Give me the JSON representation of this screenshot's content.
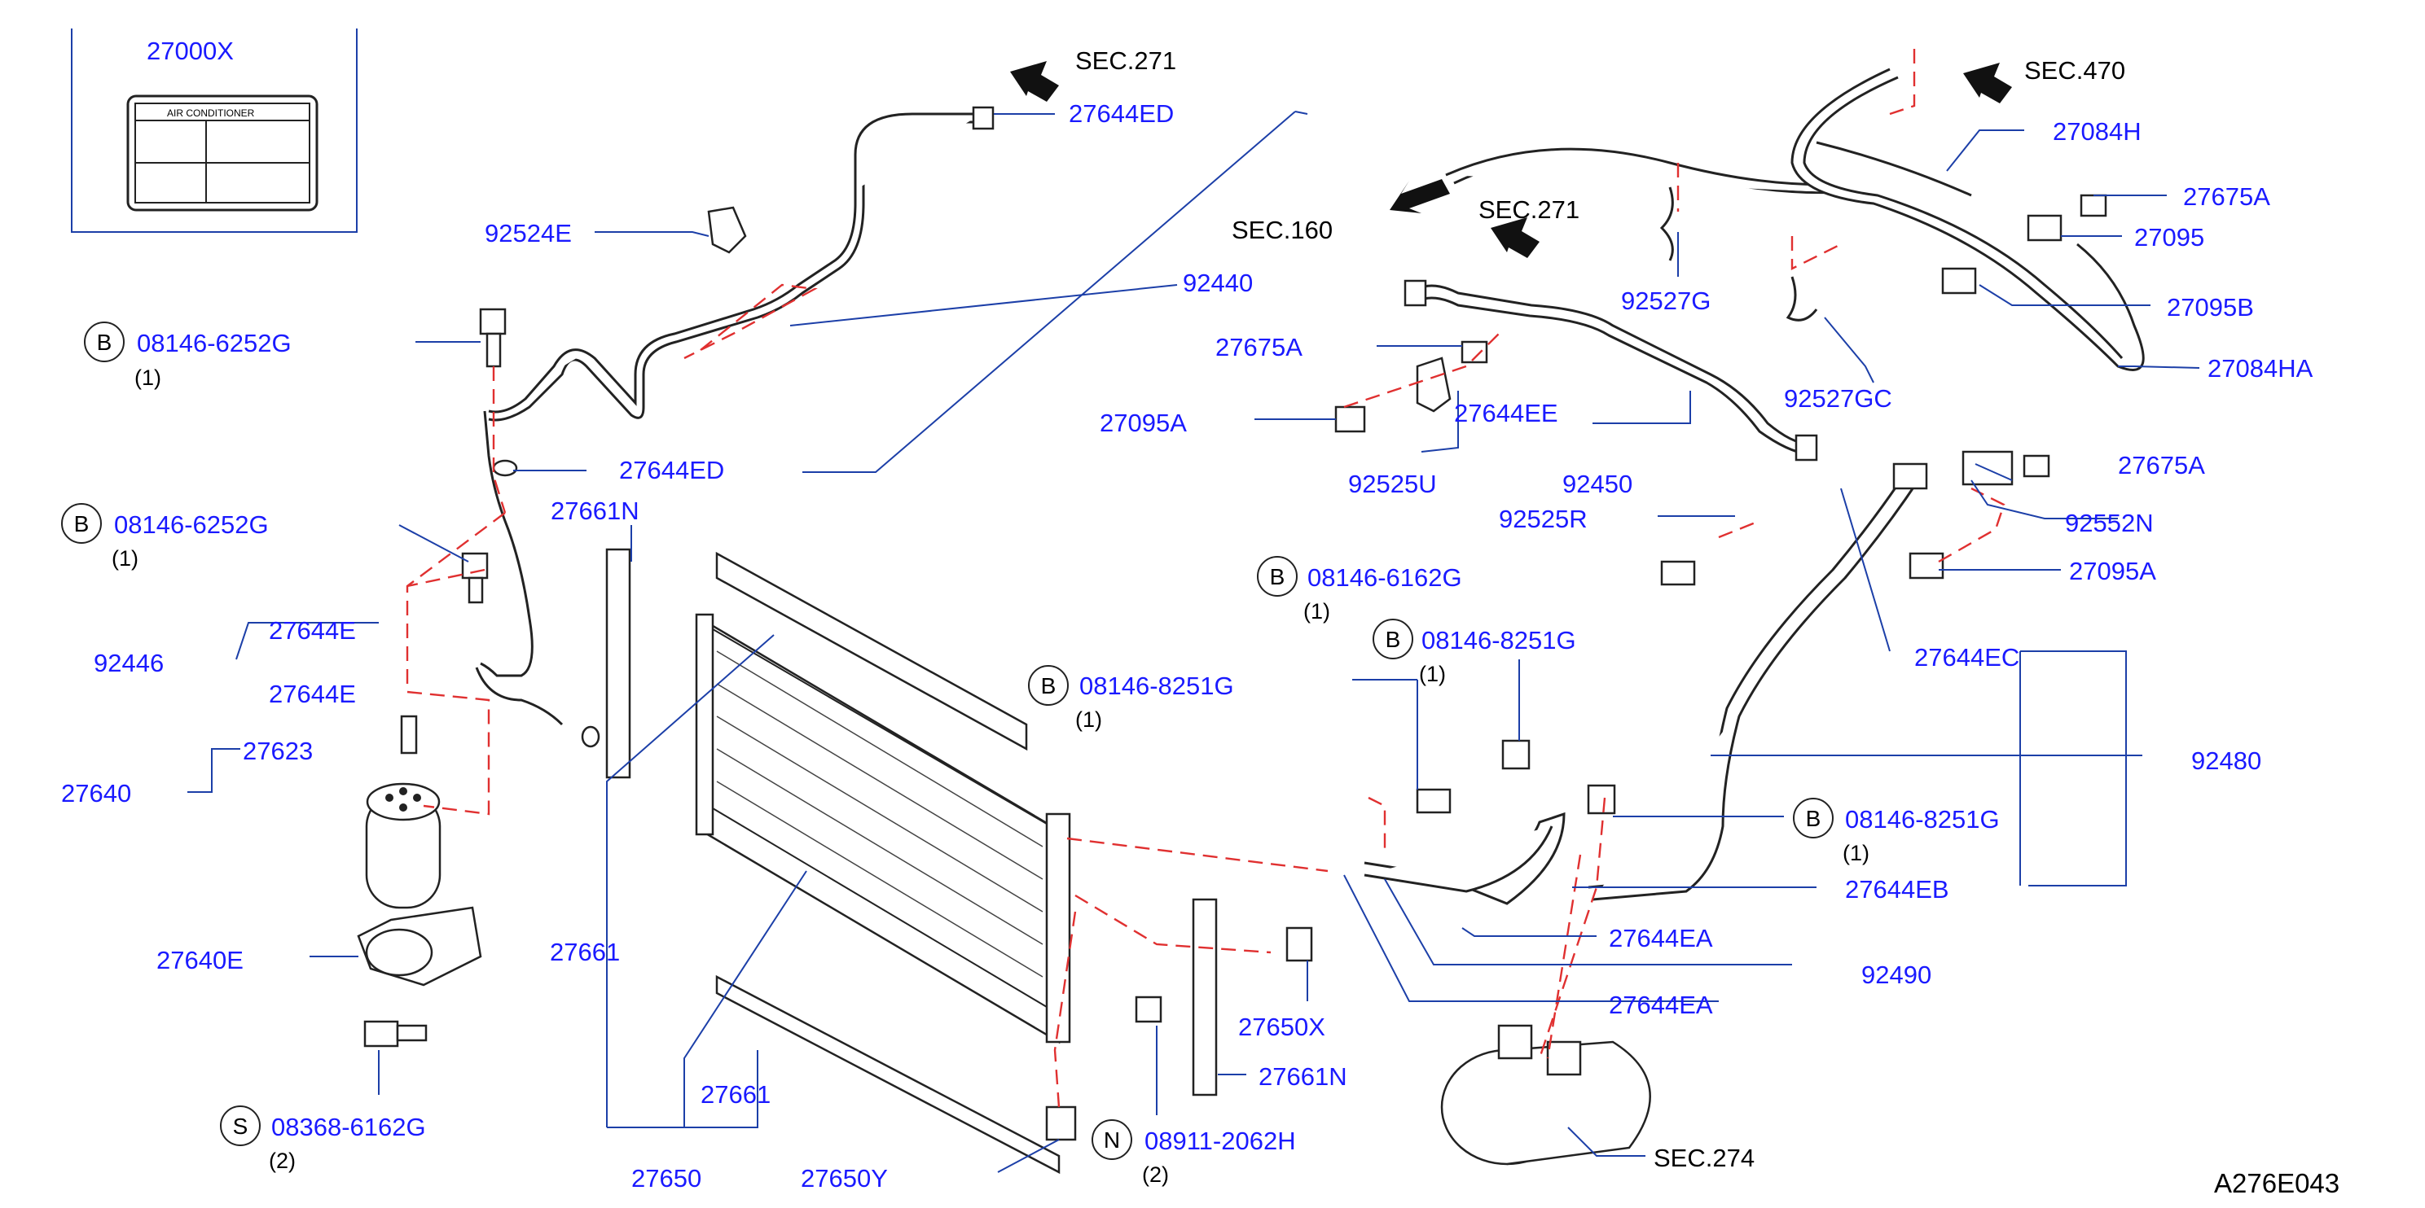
{
  "diagram_code": "A276E043",
  "label_card": {
    "part_no": "27000X",
    "text": "AIR    CONDITIONER"
  },
  "sections": {
    "sec271_top": "SEC.271",
    "sec271_mid": "SEC.271",
    "sec160": "SEC.160",
    "sec470": "SEC.470",
    "sec274": "SEC.274"
  },
  "labels": {
    "l_27644ED_top": "27644ED",
    "l_92524E": "92524E",
    "l_92440": "92440",
    "l_08146_6252G_a": "08146-6252G",
    "l_08146_6252G_b": "08146-6252G",
    "l_27644ED_mid": "27644ED",
    "l_27661N_a": "27661N",
    "l_92446": "92446",
    "l_27644E_top": "27644E",
    "l_27644E": "27644E",
    "l_27623": "27623",
    "l_27640": "27640",
    "l_27640E": "27640E",
    "l_08368_6162G": "08368-6162G",
    "l_27661_a": "27661",
    "l_27661_b": "27661",
    "l_27650": "27650",
    "l_27650Y": "27650Y",
    "l_08146_8251G_a": "08146-8251G",
    "l_08911_2062H": "08911-2062H",
    "l_27661N_b": "27661N",
    "l_27650X": "27650X",
    "l_27084H": "27084H",
    "l_27675A_a": "27675A",
    "l_27095": "27095",
    "l_27095B": "27095B",
    "l_27084HA": "27084HA",
    "l_92527G": "92527G",
    "l_92527GC": "92527GC",
    "l_27675A_b": "27675A",
    "l_27095A_a": "27095A",
    "l_27644EE": "27644EE",
    "l_92525U": "92525U",
    "l_92450": "92450",
    "l_92525R": "92525R",
    "l_27675A_c": "27675A",
    "l_92552N": "92552N",
    "l_27095A_b": "27095A",
    "l_08146_6162G": "08146-6162G",
    "l_08146_8251G_b": "08146-8251G",
    "l_27644EC": "27644EC",
    "l_92480": "92480",
    "l_08146_8251G_c": "08146-8251G",
    "l_27644EB": "27644EB",
    "l_27644EA_a": "27644EA",
    "l_92490": "92490",
    "l_27644EA_b": "27644EA"
  },
  "quantities": {
    "q1": "(1)",
    "q2": "(1)",
    "q3": "(1)",
    "q4": "(1)",
    "q5": "(1)",
    "q6": "(1)",
    "q7": "(2)",
    "q8": "(2)"
  },
  "badges": {
    "b1": "B",
    "b2": "B",
    "b3": "B",
    "b4": "B",
    "b5": "B",
    "b6": "B",
    "s1": "S",
    "n1": "N"
  },
  "colors": {
    "label": "#1a1aff",
    "leader": "#1c3fa8",
    "dashed": "#e03030"
  }
}
